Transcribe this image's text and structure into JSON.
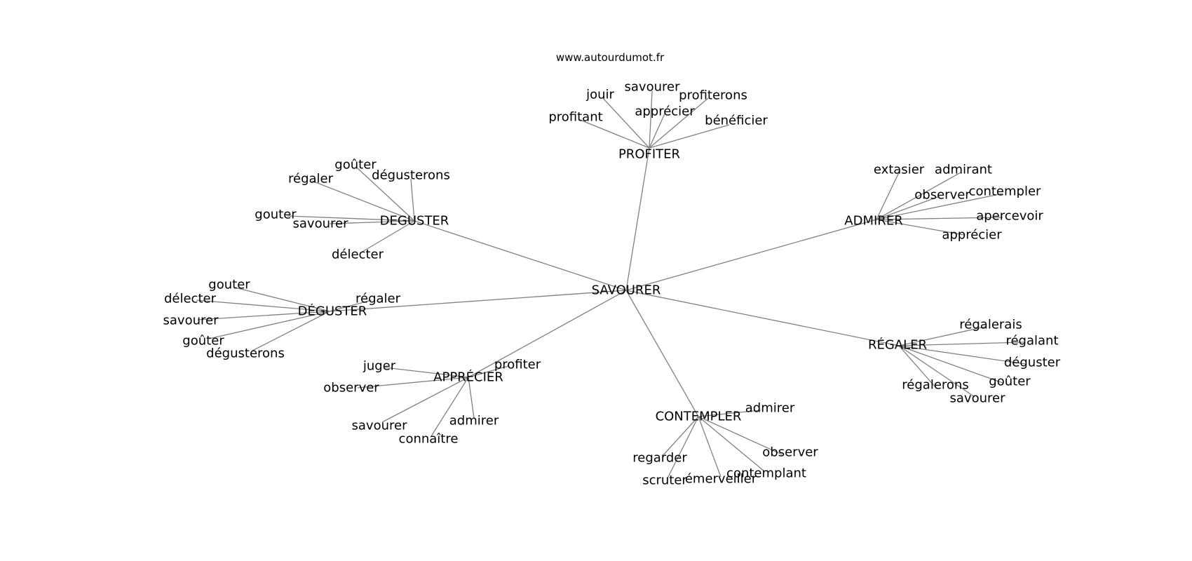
{
  "source": "www.autourdumot.fr",
  "colors": {
    "edge": "#808080",
    "text": "#000000",
    "background": "#ffffff"
  },
  "graph": {
    "center": "SAVOURER",
    "clusters": [
      {
        "label": "PROFITER",
        "words": [
          "jouir",
          "savourer",
          "profiterons",
          "profitant",
          "apprécier",
          "bénéficier"
        ]
      },
      {
        "label": "DEGUSTER",
        "words": [
          "goûter",
          "régaler",
          "dégusterons",
          "gouter",
          "savourer",
          "délecter"
        ]
      },
      {
        "label": "ADMIRER",
        "words": [
          "extasier",
          "admirant",
          "observer",
          "contempler",
          "apercevoir",
          "apprécier"
        ]
      },
      {
        "label": "DÉGUSTER",
        "words": [
          "gouter",
          "délecter",
          "régaler",
          "savourer",
          "goûter",
          "dégusterons"
        ]
      },
      {
        "label": "APPRÉCIER",
        "words": [
          "juger",
          "profiter",
          "observer",
          "savourer",
          "admirer",
          "connaître"
        ]
      },
      {
        "label": "RÉGALER",
        "words": [
          "régalerais",
          "régalant",
          "déguster",
          "goûter",
          "régalerons",
          "savourer"
        ]
      },
      {
        "label": "CONTEMPLER",
        "words": [
          "admirer",
          "regarder",
          "observer",
          "contemplant",
          "scruter",
          "émerveiller"
        ]
      }
    ]
  }
}
